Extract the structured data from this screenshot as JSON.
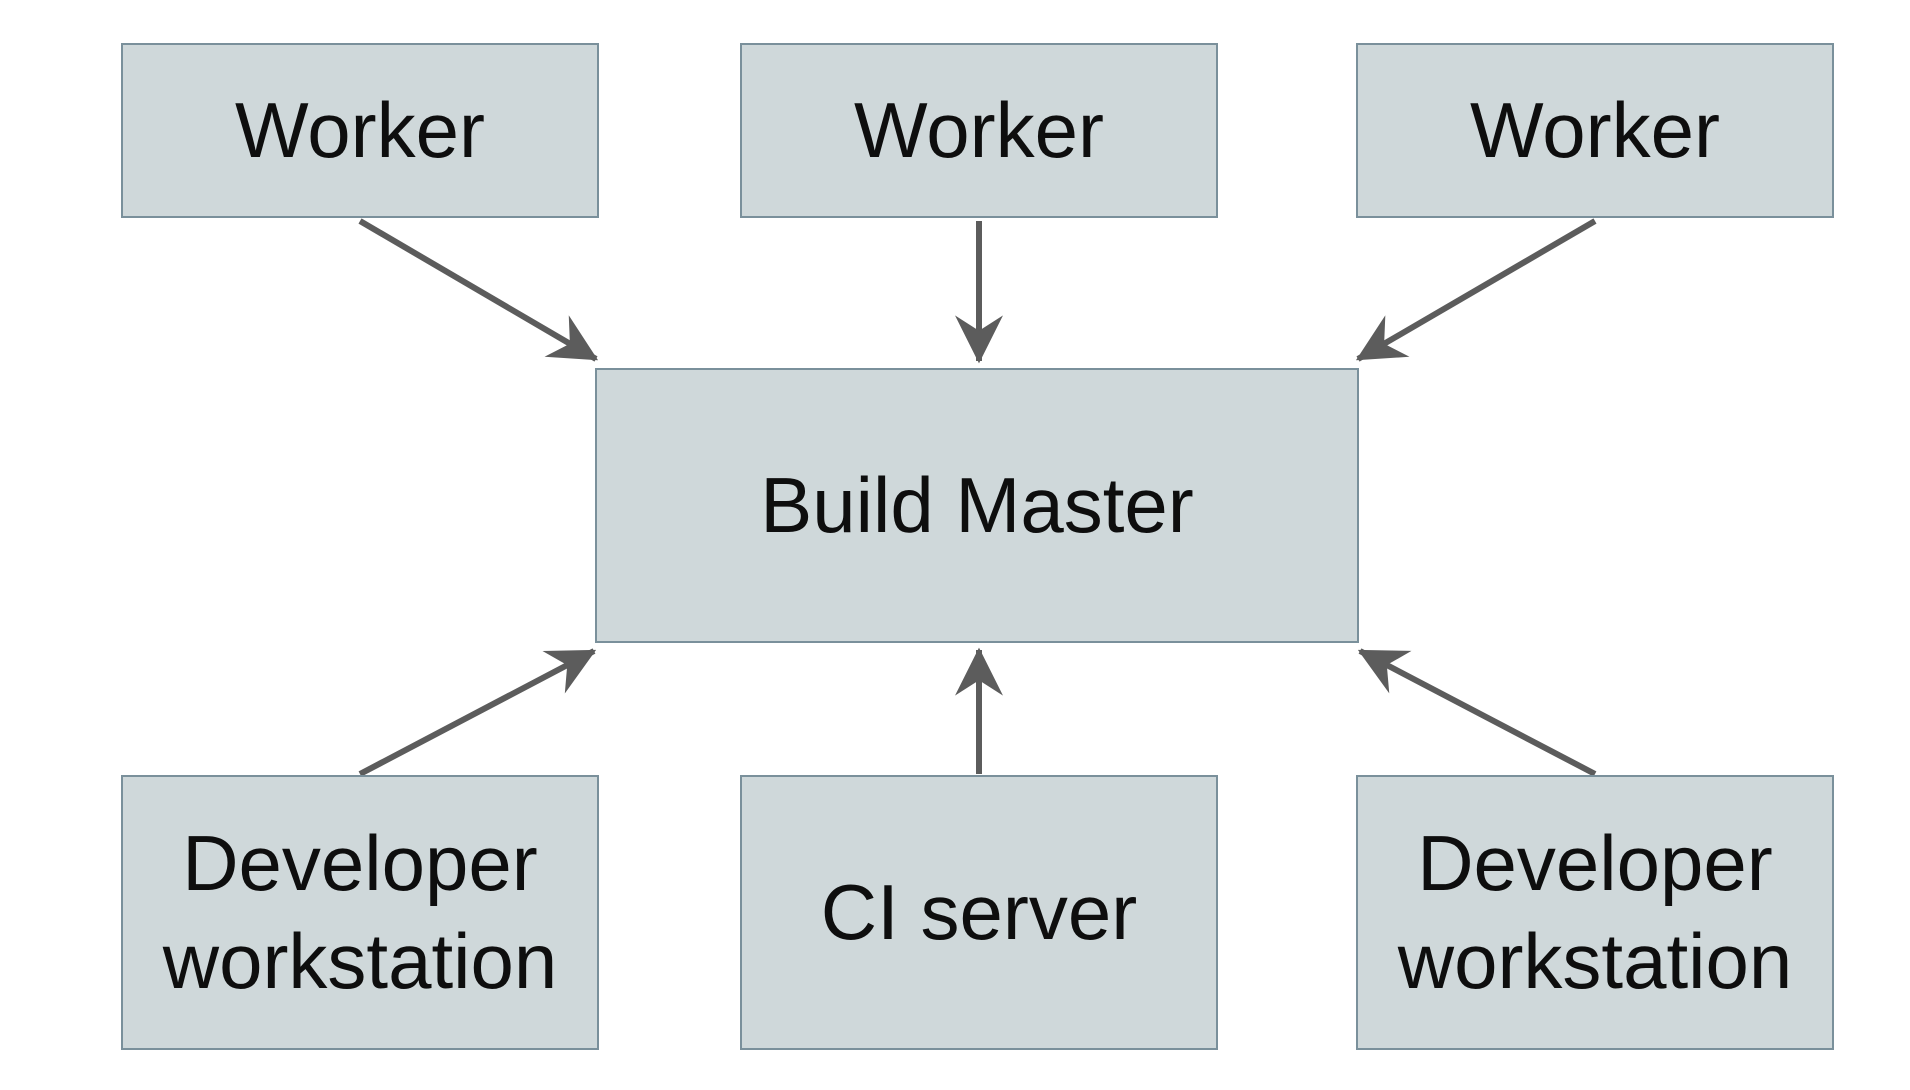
{
  "diagram": {
    "type": "flow-diagram",
    "colors": {
      "box_fill": "#cfd8da",
      "box_border": "#7a909b",
      "arrow": "#5c5c5c",
      "text": "#0e0e0e",
      "background": "#ffffff"
    },
    "nodes": {
      "worker1": {
        "label": "Worker"
      },
      "worker2": {
        "label": "Worker"
      },
      "worker3": {
        "label": "Worker"
      },
      "build_master": {
        "label": "Build Master"
      },
      "dev_workstation1": {
        "label": "Developer workstation"
      },
      "ci_server": {
        "label": "CI server"
      },
      "dev_workstation2": {
        "label": "Developer workstation"
      }
    },
    "edges": [
      {
        "from": "worker1",
        "to": "build_master"
      },
      {
        "from": "worker2",
        "to": "build_master"
      },
      {
        "from": "worker3",
        "to": "build_master"
      },
      {
        "from": "dev_workstation1",
        "to": "build_master"
      },
      {
        "from": "ci_server",
        "to": "build_master"
      },
      {
        "from": "dev_workstation2",
        "to": "build_master"
      }
    ]
  }
}
